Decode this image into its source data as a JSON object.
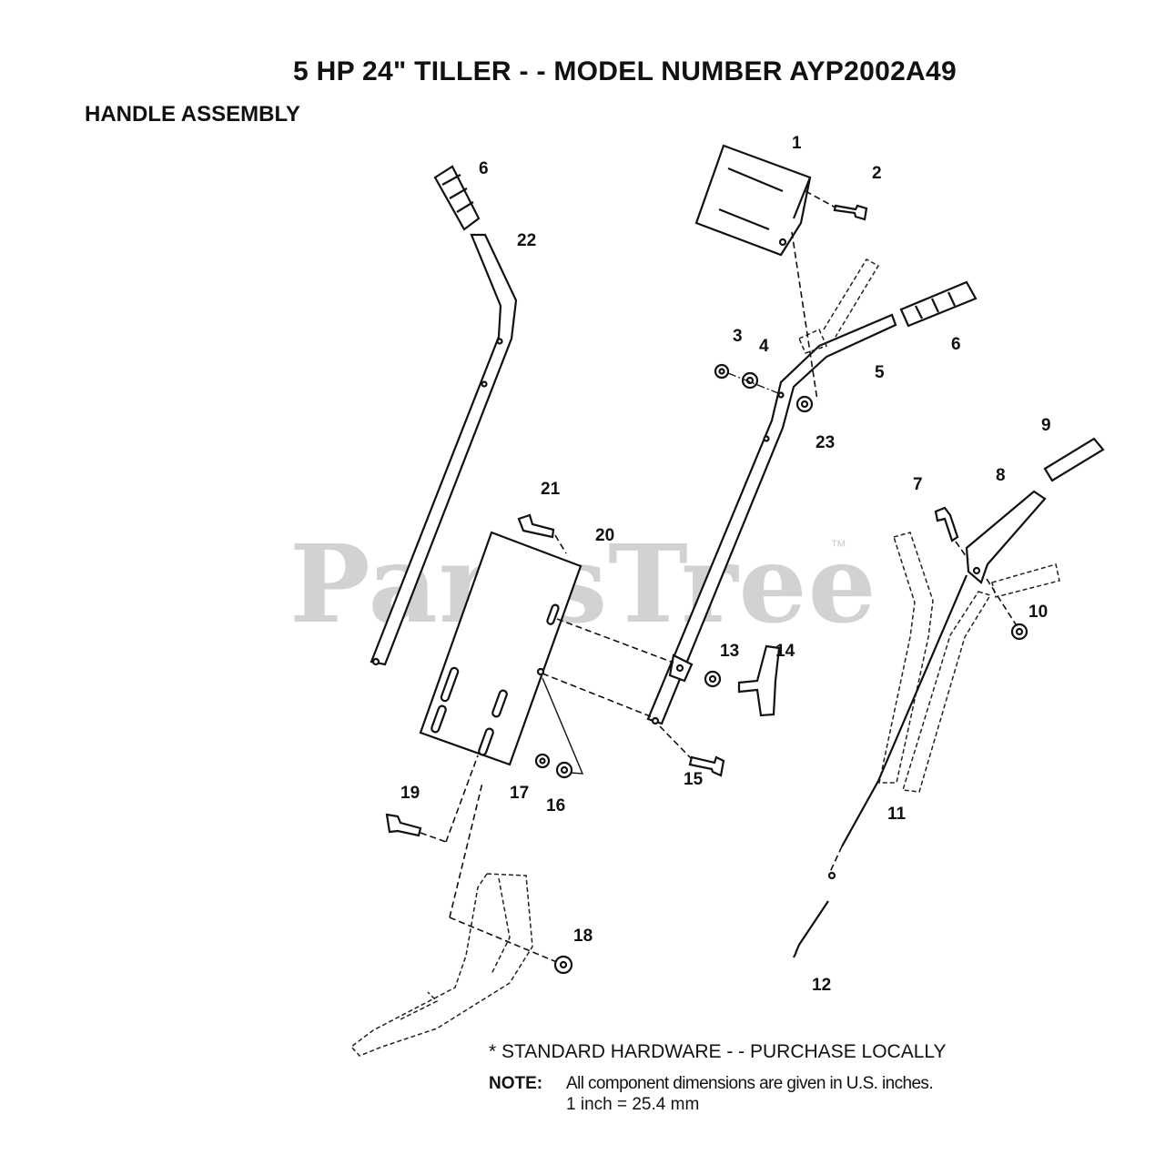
{
  "header": {
    "title": "5 HP 24\" TILLER - - MODEL NUMBER AYP2002A49",
    "subtitle": "HANDLE ASSEMBLY"
  },
  "watermark": {
    "text": "PartsTree",
    "tm": "™"
  },
  "callouts": {
    "c1": "1",
    "c2": "2",
    "c3": "3",
    "c4": "4",
    "c5": "5",
    "c6a": "6",
    "c6b": "6",
    "c7": "7",
    "c8": "8",
    "c9": "9",
    "c10": "10",
    "c11": "11",
    "c12": "12",
    "c13": "13",
    "c14": "14",
    "c15": "15",
    "c16": "16",
    "c17": "17",
    "c18": "18",
    "c19": "19",
    "c20": "20",
    "c21": "21",
    "c22": "22",
    "c23": "23"
  },
  "footer": {
    "standard_hardware": "* STANDARD HARDWARE - - PURCHASE LOCALLY",
    "note_label": "NOTE:",
    "note_line1": "All component dimensions are given in U.S. inches.",
    "note_line2": "1 inch = 25.4 mm"
  }
}
